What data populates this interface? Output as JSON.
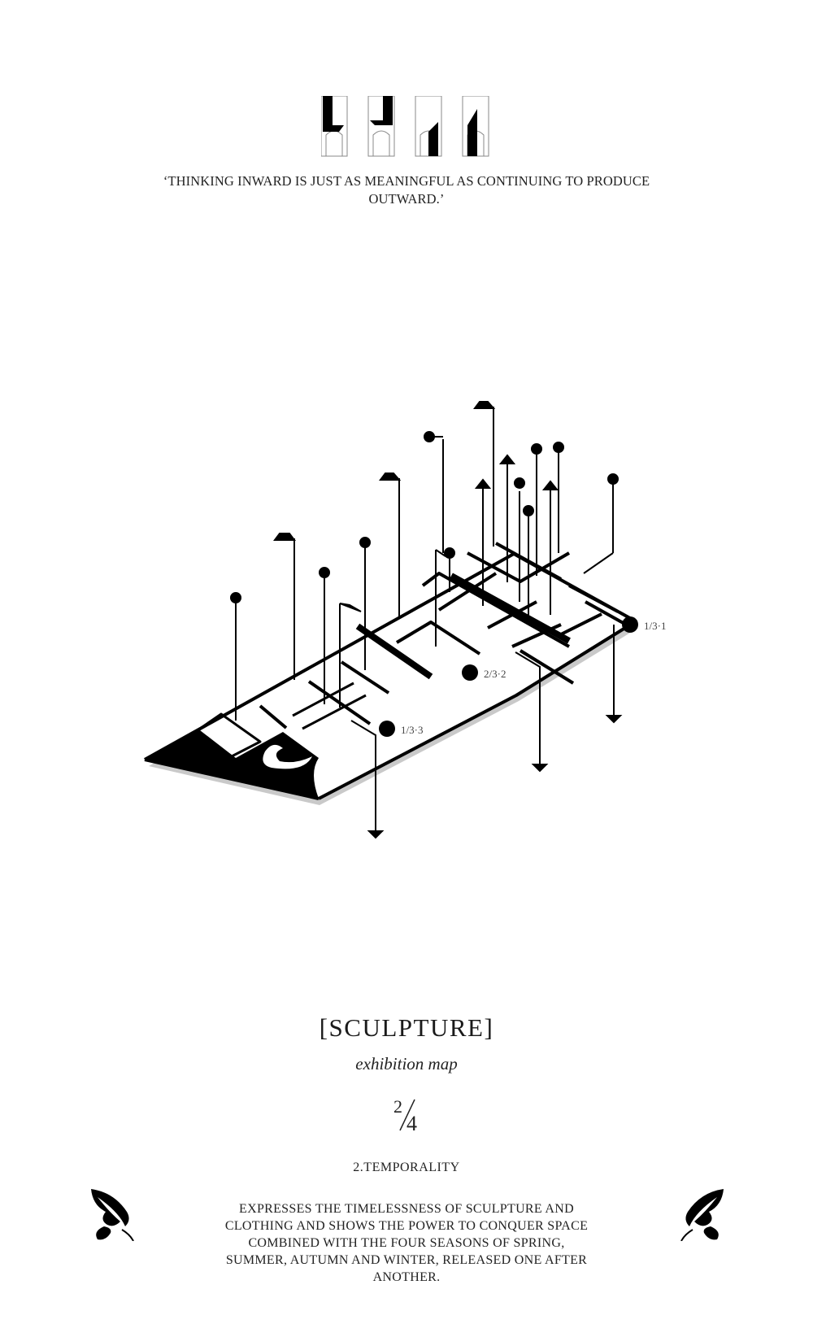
{
  "header": {
    "glyph_icon": "door-sequence-glyph-icon",
    "quote": "‘THINKING INWARD IS JUST AS MEANINGFUL AS CONTINUING TO PRODUCE OUTWARD.’"
  },
  "map": {
    "labels": {
      "zone_1": "1/3·1",
      "zone_2": "2/3·2",
      "zone_3": "1/3·3"
    },
    "colors": {
      "ink": "#000000",
      "shadow": "#bdbdbd",
      "paper": "#ffffff"
    }
  },
  "footer": {
    "title": "[SCULPTURE]",
    "subtitle": "exhibition map",
    "page": {
      "numerator": "2",
      "denominator": "4"
    },
    "section": "2.TEMPORALITY",
    "description": "EXPRESSES THE TIMELESSNESS OF SCULPTURE AND CLOTHING AND SHOWS THE POWER TO CONQUER SPACE COMBINED WITH THE FOUR SEASONS OF SPRING, SUMMER, AUTUMN AND WINTER, RELEASED ONE AFTER ANOTHER.",
    "left_ornament_icon": "leaf-swirl-icon",
    "right_ornament_icon": "leaf-swirl-icon"
  }
}
